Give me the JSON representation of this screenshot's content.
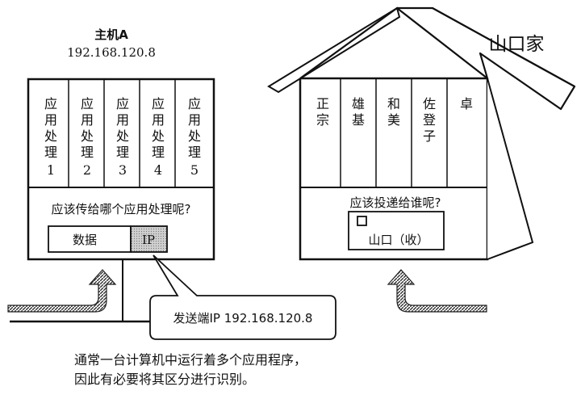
{
  "host": {
    "title": "主机A",
    "ip": "192.168.120.8",
    "apps": [
      {
        "l1": "应",
        "l2": "用",
        "l3": "处",
        "l4": "理",
        "num": "1"
      },
      {
        "l1": "应",
        "l2": "用",
        "l3": "处",
        "l4": "理",
        "num": "2"
      },
      {
        "l1": "应",
        "l2": "用",
        "l3": "处",
        "l4": "理",
        "num": "3"
      },
      {
        "l1": "应",
        "l2": "用",
        "l3": "处",
        "l4": "理",
        "num": "4"
      },
      {
        "l1": "应",
        "l2": "用",
        "l3": "处",
        "l4": "理",
        "num": "5"
      }
    ],
    "question": "应该传给哪个应用处理呢?",
    "packet_data": "数据",
    "packet_ip": "IP",
    "callout": "发送端IP 192.168.120.8"
  },
  "house": {
    "title": "山口家",
    "members": [
      {
        "a": "正",
        "b": "宗",
        "c": ""
      },
      {
        "a": "雄",
        "b": "基",
        "c": ""
      },
      {
        "a": "和",
        "b": "美",
        "c": ""
      },
      {
        "a": "佐",
        "b": "登",
        "c": "子"
      },
      {
        "a": "卓",
        "b": "",
        "c": ""
      }
    ],
    "question": "应该投递给谁呢?",
    "envelope": "山口（收）"
  },
  "caption": {
    "line1": "通常一台计算机中运行着多个应用程序，",
    "line2": "因此有必要将其区分进行识别。"
  }
}
